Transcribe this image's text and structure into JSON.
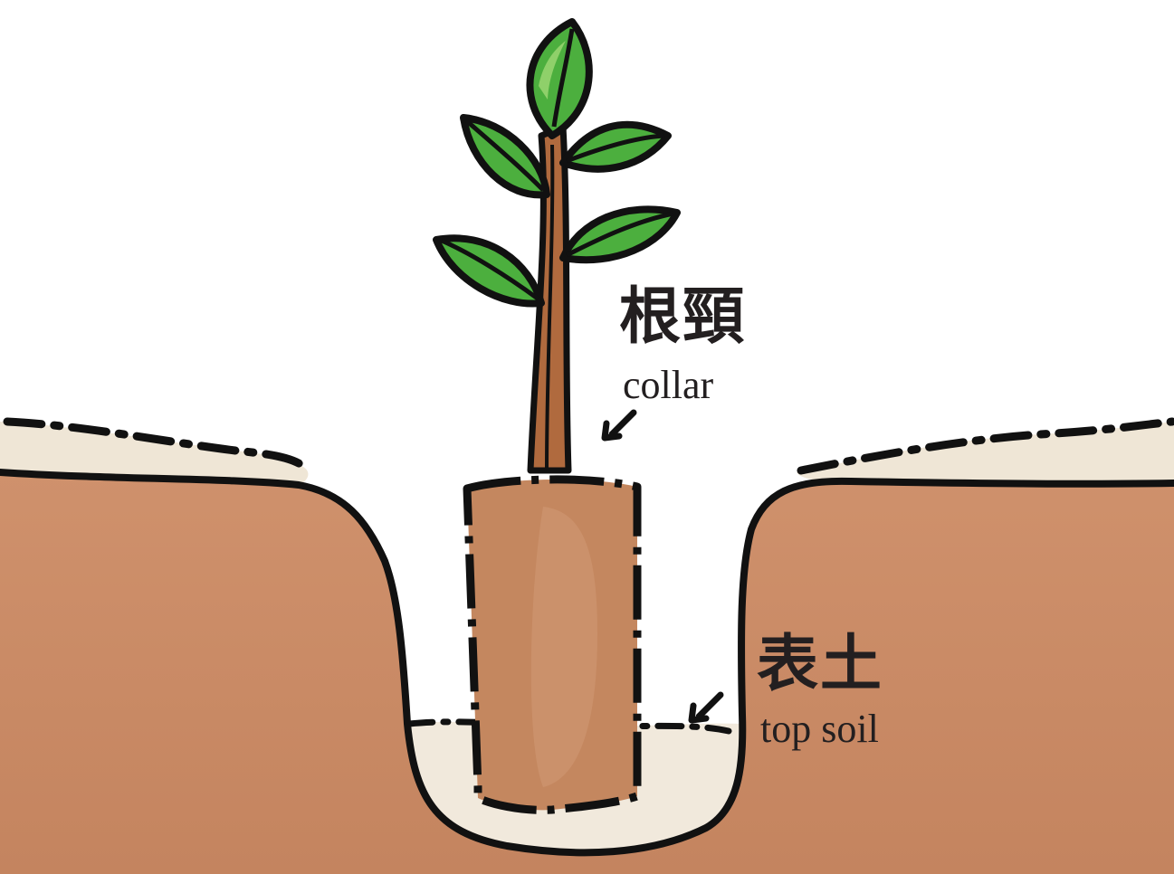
{
  "labels": {
    "collar_zh": "根頸",
    "collar_en": "collar",
    "topsoil_zh": "表土",
    "topsoil_en": "top soil"
  },
  "colors": {
    "soil": "#c98a66",
    "soil_dark": "#b97a57",
    "topsoil": "#f1e9dc",
    "outline": "#111111",
    "leaf": "#4caf3e",
    "leaf_light": "#8fd06a",
    "stem": "#b06a3e",
    "root_ball": "#c48864"
  }
}
